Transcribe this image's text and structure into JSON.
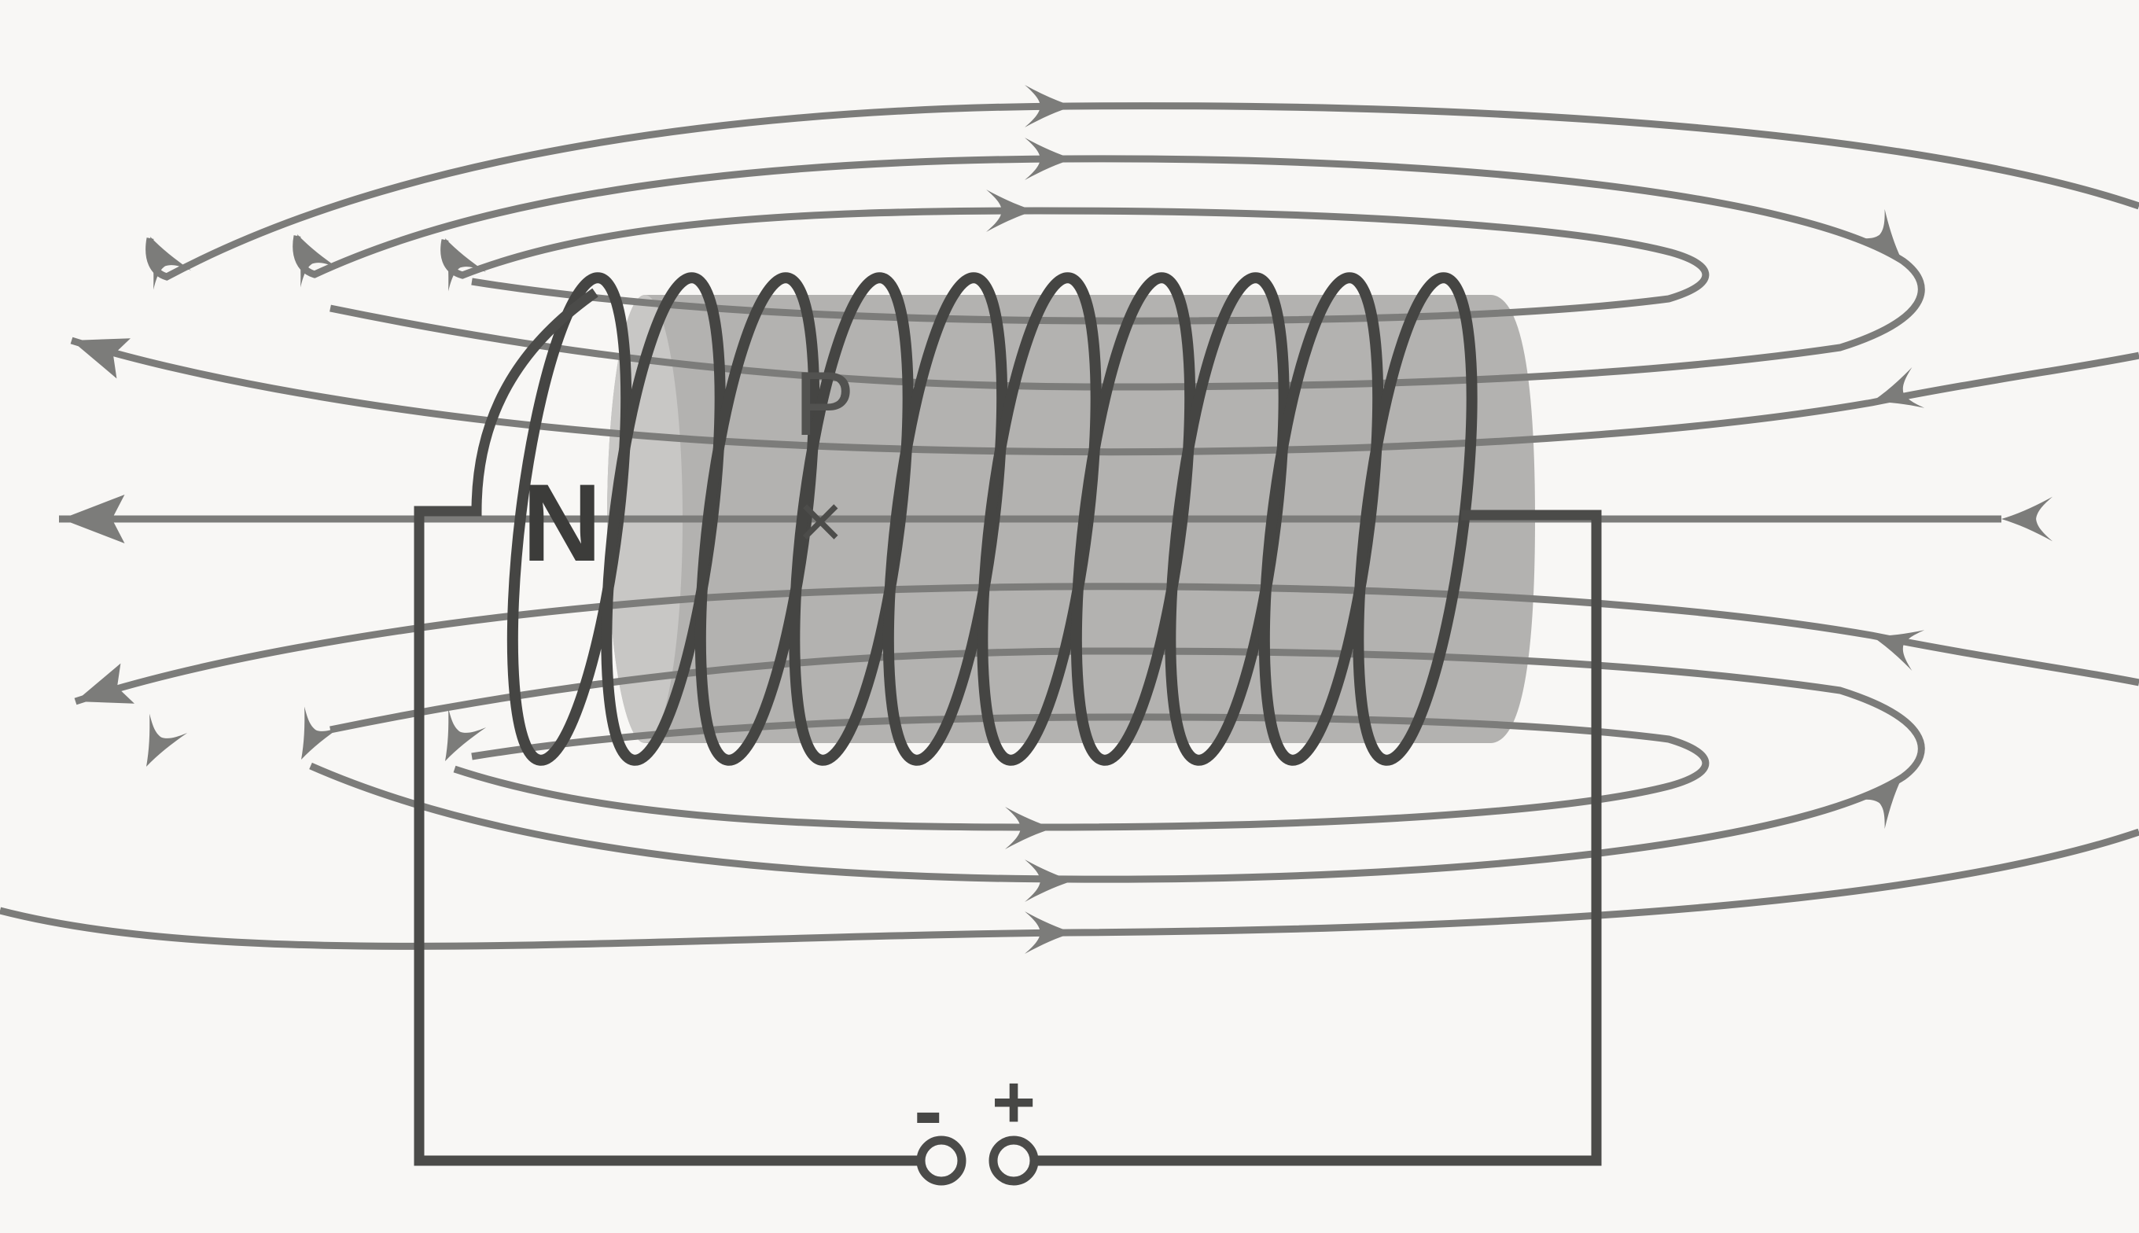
{
  "diagram": {
    "description": "Magnetic field lines around a current-carrying solenoid connected to a battery"
  },
  "labels": {
    "north_pole": "N",
    "point_label": "P",
    "point_marker": "×"
  },
  "battery": {
    "negative_terminal": "-",
    "positive_terminal": "+"
  },
  "field": {
    "top_loop_count": 3,
    "bottom_loop_count": 3,
    "coil_turn_count": 10,
    "flow_direction_top": "right",
    "flow_direction_bottom": "right",
    "flow_direction_axis": "left"
  },
  "colors": {
    "background": "#f8f7f5",
    "field_line": "#7c7c7a",
    "coil_wire": "#454543",
    "circuit_wire": "#4b4b49",
    "cylinder_body": "#a9a8a6",
    "cylinder_cap": "#c8c7c5",
    "label_text": "#3c3c3a"
  }
}
